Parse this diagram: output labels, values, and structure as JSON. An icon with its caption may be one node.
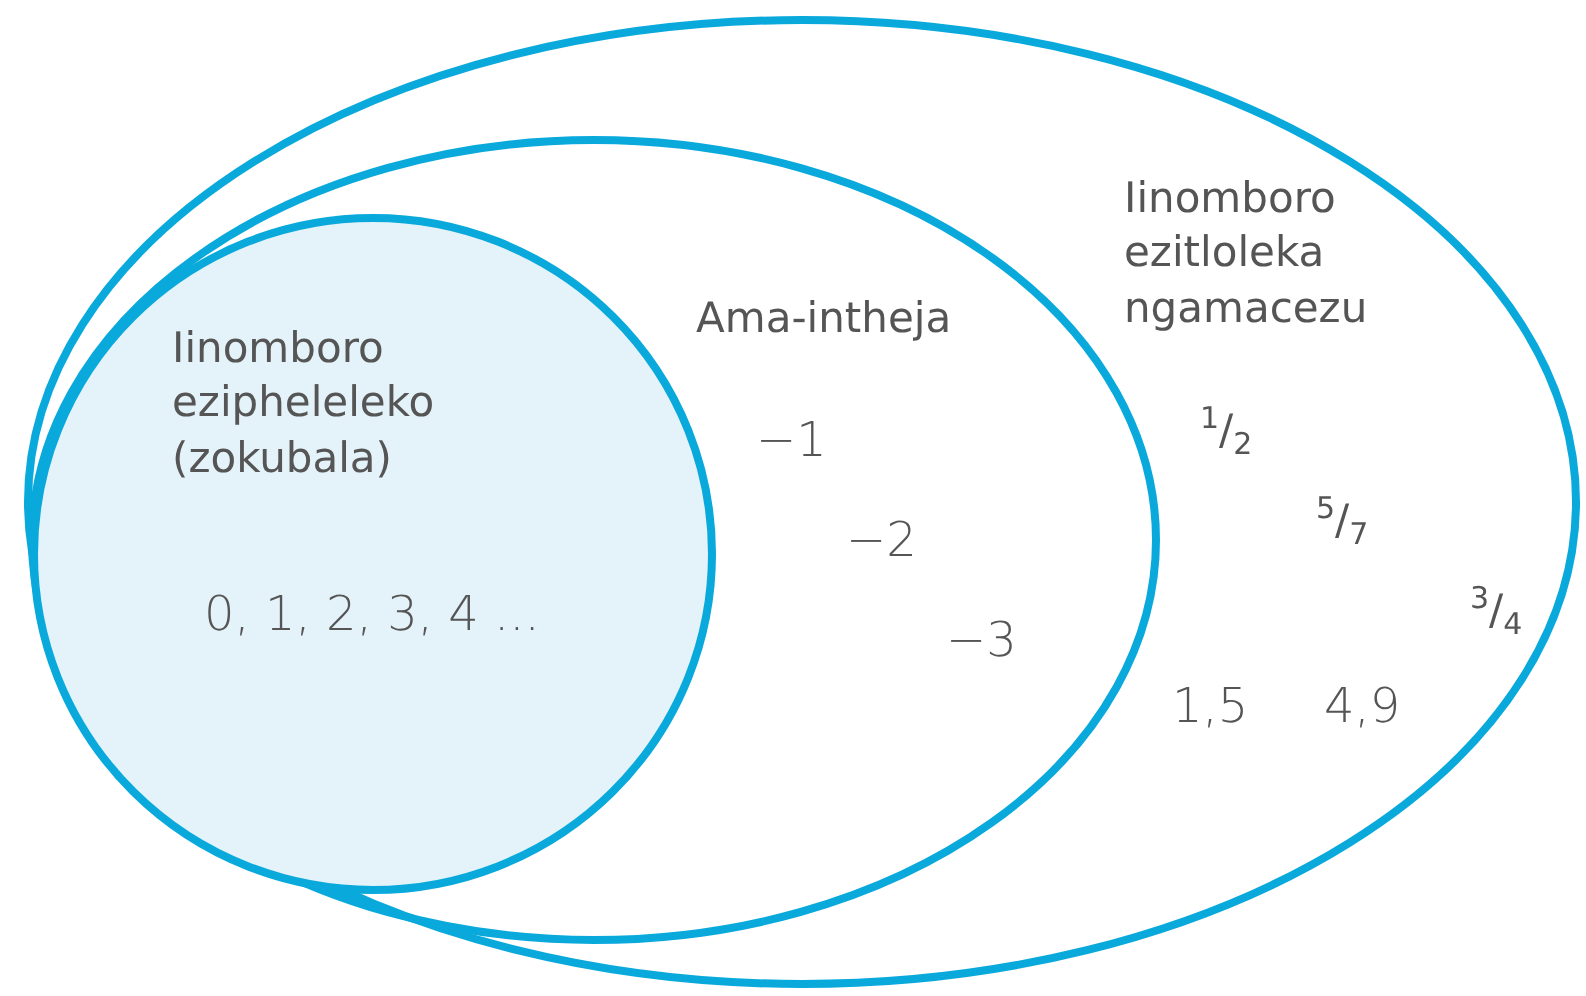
{
  "diagram": {
    "nodes": [
      {
        "text": [
          "Iinomboro ezitloleka ngamacezu",
          "$^{1}$/$_{2}$",
          "$^{5}$/$_{7}$",
          "$^{3}$/$_{4}$",
          "1,5",
          "4,9"
        ]
      },
      {
        "text": [
          "Ama-intheja",
          "−1",
          "−2",
          "−3"
        ],
        "in": 0
      },
      {
        "text": [
          "Iinomboro ezipheleleko (zokubala)",
          "0, 1, 2, 3, 4 ..."
        ],
        "in": 1
      }
    ]
  }
}
